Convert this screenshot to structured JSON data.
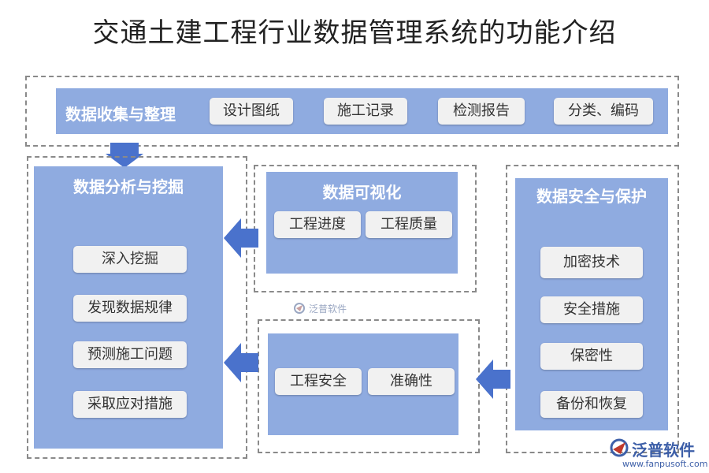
{
  "title": "交通土建工程行业数据管理系统的功能介绍",
  "collect": {
    "title": "数据收集与整理",
    "items": [
      "设计图纸",
      "施工记录",
      "检测报告",
      "分类、编码"
    ]
  },
  "analysis": {
    "title": "数据分析与挖掘",
    "items": [
      "深入挖掘",
      "发现数据规律",
      "预测施工问题",
      "采取应对措施"
    ]
  },
  "visual": {
    "title": "数据可视化",
    "items": [
      "工程进度",
      "工程质量"
    ]
  },
  "quality": {
    "items": [
      "工程安全",
      "准确性"
    ]
  },
  "security": {
    "title": "数据安全与保护",
    "items": [
      "加密技术",
      "安全措施",
      "保密性",
      "备份和恢复"
    ]
  },
  "watermark": {
    "small": "泛普软件",
    "big": "泛普软件",
    "url": "www.fanpusoft.com"
  },
  "colors": {
    "panel": "#8fabe0",
    "arrow": "#4a72cc",
    "dash": "#8a8a8a"
  }
}
